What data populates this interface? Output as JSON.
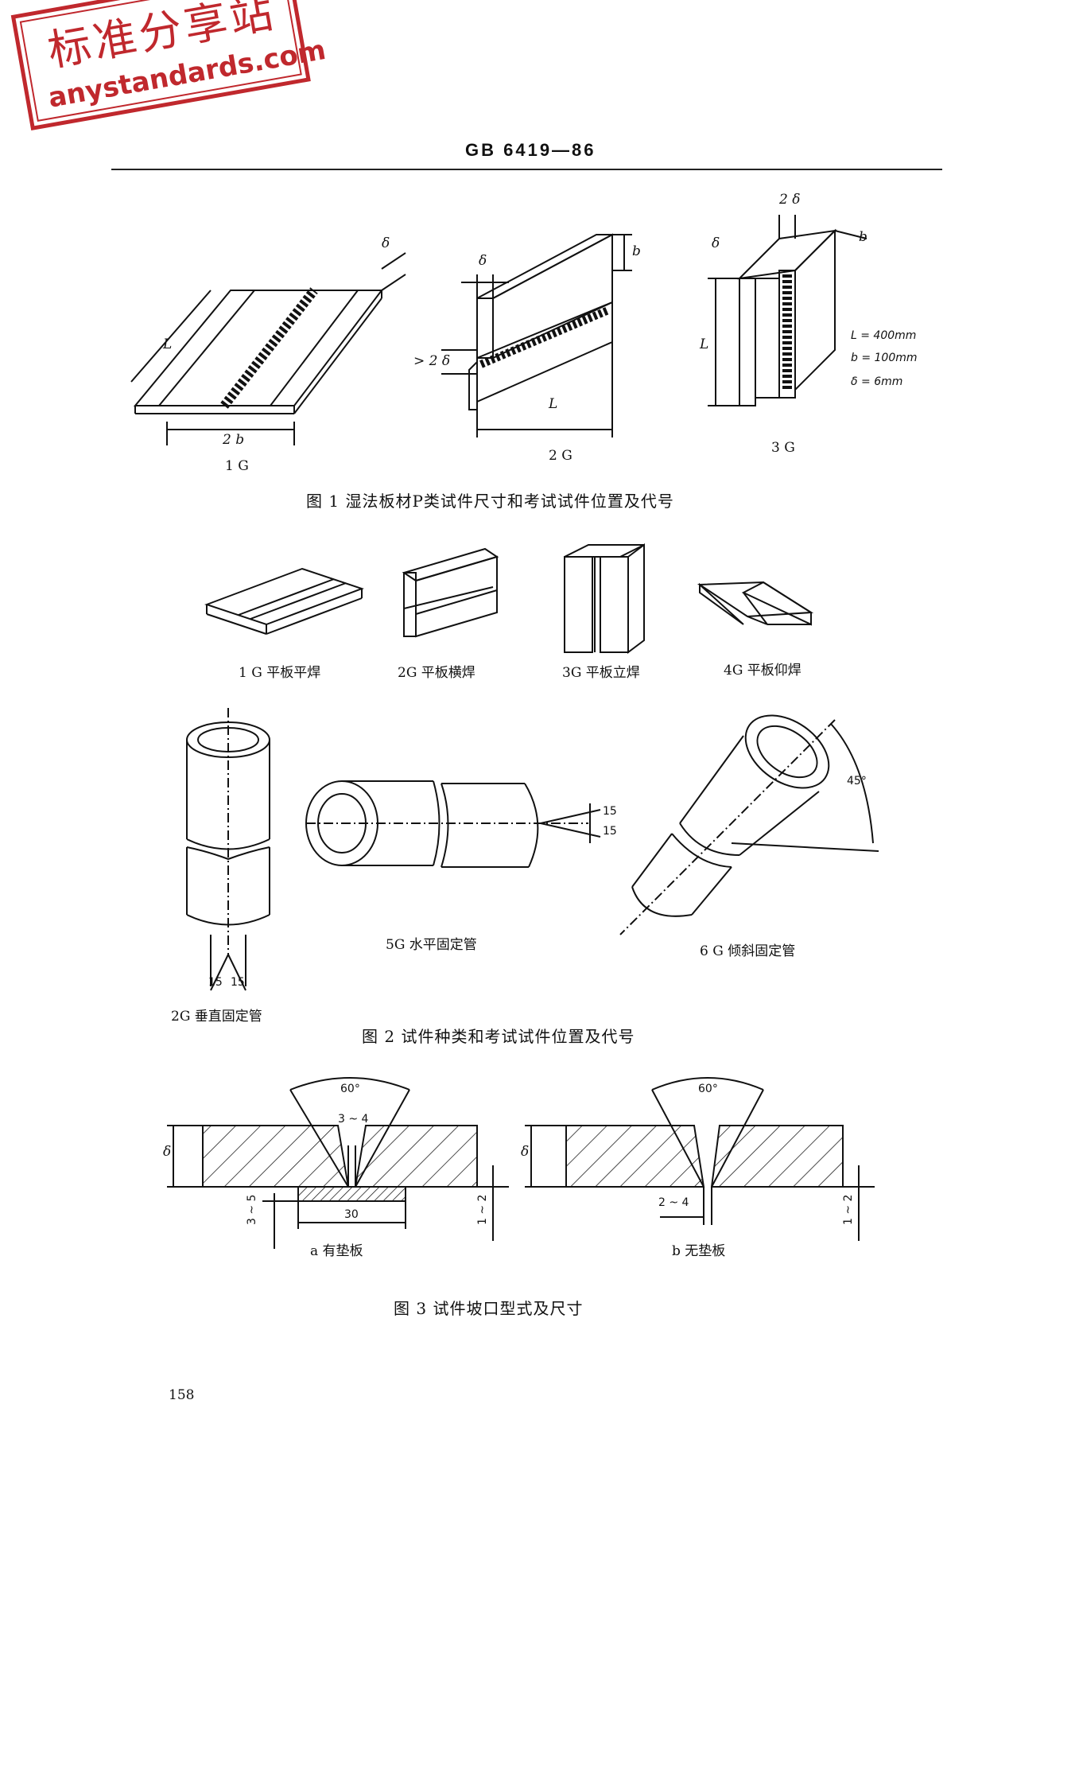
{
  "watermark": {
    "line1": "标准分享站",
    "line2": "anystandards.com",
    "color": "#c0282d"
  },
  "header": {
    "code": "GB 6419—86"
  },
  "figure1": {
    "caption": "图 1   湿法板材P类试件尺寸和考试试件位置及代号",
    "panels": [
      "1 G",
      "2 G",
      "3 G"
    ],
    "dim_labels": {
      "L": "L",
      "two_b": "2 b",
      "delta": "δ",
      "b": "b",
      "gt2delta": "> 2 δ",
      "two_delta": "2 δ"
    },
    "spec": [
      "L = 400mm",
      "b = 100mm",
      "δ = 6mm"
    ]
  },
  "figure2": {
    "caption": "图 2   试件种类和考试试件位置及代号",
    "plates": [
      "1 G 平板平焊",
      "2G 平板横焊",
      "3G 平板立焊",
      "4G 平板仰焊"
    ],
    "pipes": [
      "2G 垂直固定管",
      "5G 水平固定管",
      "6 G 倾斜固定管"
    ],
    "angles": {
      "a15": "15",
      "b15": "15",
      "c45": "45°"
    }
  },
  "figure3": {
    "caption": "图 3   试件坡口型式及尺寸",
    "sub": [
      "a   有垫板",
      "b   无垫板"
    ],
    "dims": {
      "angle": "60°",
      "gap_a": "3 ~ 4",
      "backing": "30",
      "thick_back": "3 ~ 5",
      "root_a": "1 ~ 2",
      "gap_b": "2 ~ 4",
      "root_b": "1 ~ 2",
      "delta": "δ"
    }
  },
  "footer": {
    "page_number": "158"
  }
}
